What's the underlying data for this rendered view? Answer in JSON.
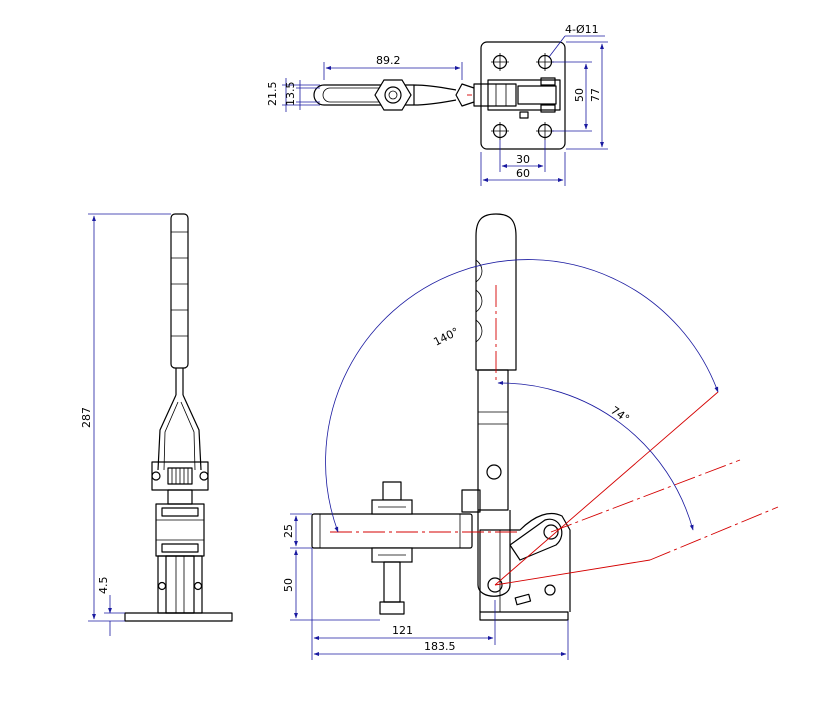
{
  "dimensions": {
    "hole_callout": "4-Ø11",
    "handle_length": "89.2",
    "outer_width": "21.5",
    "inner_width": "13.5",
    "hole_spacing_v": "50",
    "base_length_v": "77",
    "hole_spacing_h": "30",
    "base_width_h": "60",
    "total_height": "287",
    "base_thickness": "4.5",
    "pivot_height": "50",
    "arm_height": "25",
    "arm_reach": "121",
    "total_length": "183.5",
    "open_angle": "140°",
    "handle_angle": "74°"
  },
  "colors": {
    "outline": "#000000",
    "dimension": "#1a1aa0",
    "centerline": "#d40000"
  }
}
